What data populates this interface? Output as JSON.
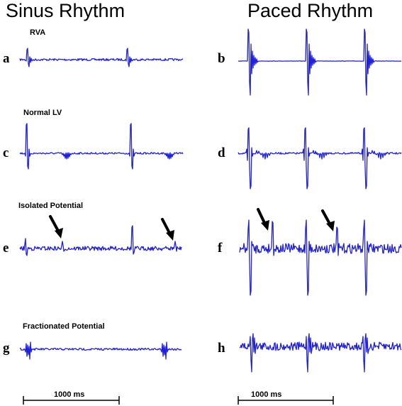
{
  "titles": {
    "left": "Sinus Rhythm",
    "right": "Paced Rhythm"
  },
  "rows": [
    {
      "label": "RVA",
      "left_letter": "a",
      "right_letter": "b"
    },
    {
      "label": "Normal LV",
      "left_letter": "c",
      "right_letter": "d"
    },
    {
      "label": "Isolated Potential",
      "left_letter": "e",
      "right_letter": "f"
    },
    {
      "label": "Fractionated Potential",
      "left_letter": "g",
      "right_letter": "h"
    }
  ],
  "scale_bars": {
    "left": "1000 ms",
    "right": "1000 ms"
  },
  "colors": {
    "trace": "#2020dd",
    "text": "#000000",
    "background": "#ffffff"
  }
}
